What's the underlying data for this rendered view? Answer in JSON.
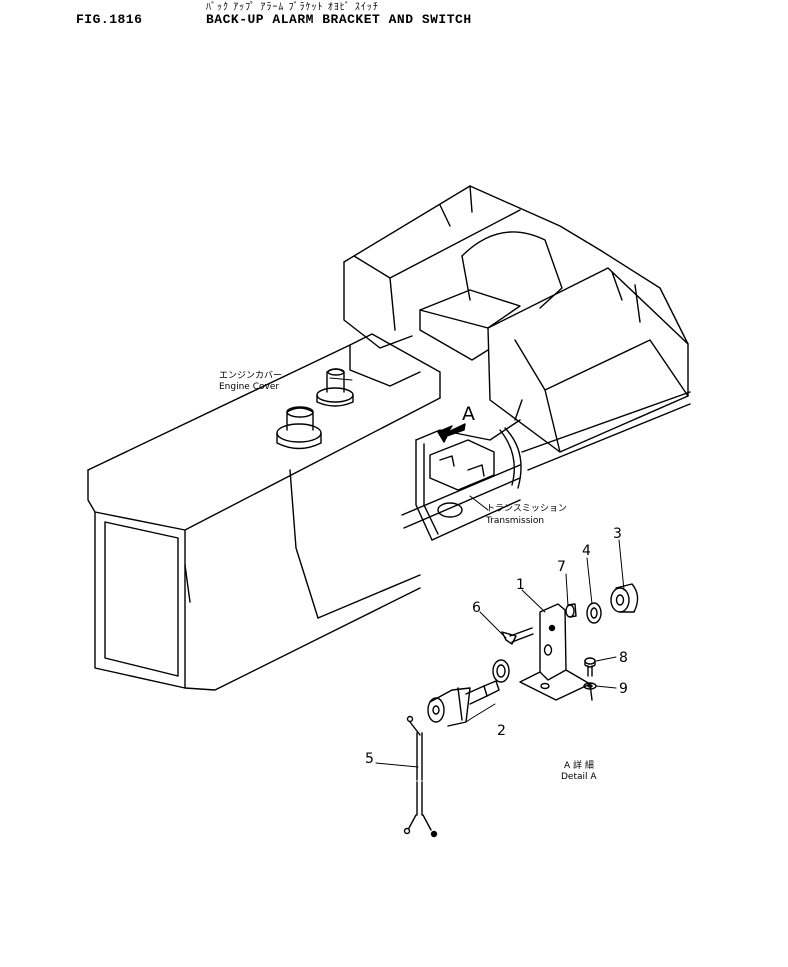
{
  "header": {
    "figure_number": "FIG.1816",
    "title_jp": "ﾊﾞｯｸ ｱｯﾌﾟ ｱﾗｰﾑ ﾌﾞﾗｹｯﾄ ｵﾖﾋﾞ ｽｲｯﾁ",
    "title_en": "BACK-UP ALARM BRACKET AND SWITCH"
  },
  "labels": {
    "engine_cover_jp": "エンジンカバー",
    "engine_cover_en": "Engine Cover",
    "transmission_jp": "トランスミッション",
    "transmission_en": "Transmission",
    "view_a": "A",
    "detail_jp": "A 詳 細",
    "detail_en": "Detail A"
  },
  "parts": [
    {
      "number": "1",
      "item": "bracket"
    },
    {
      "number": "2",
      "item": "switch"
    },
    {
      "number": "3",
      "item": "nut"
    },
    {
      "number": "4",
      "item": "washer"
    },
    {
      "number": "5",
      "item": "wire"
    },
    {
      "number": "6",
      "item": "bolt"
    },
    {
      "number": "7",
      "item": "nut"
    },
    {
      "number": "8",
      "item": "bolt"
    },
    {
      "number": "9",
      "item": "washer"
    }
  ],
  "colors": {
    "ink": "#000000",
    "paper": "#ffffff"
  }
}
